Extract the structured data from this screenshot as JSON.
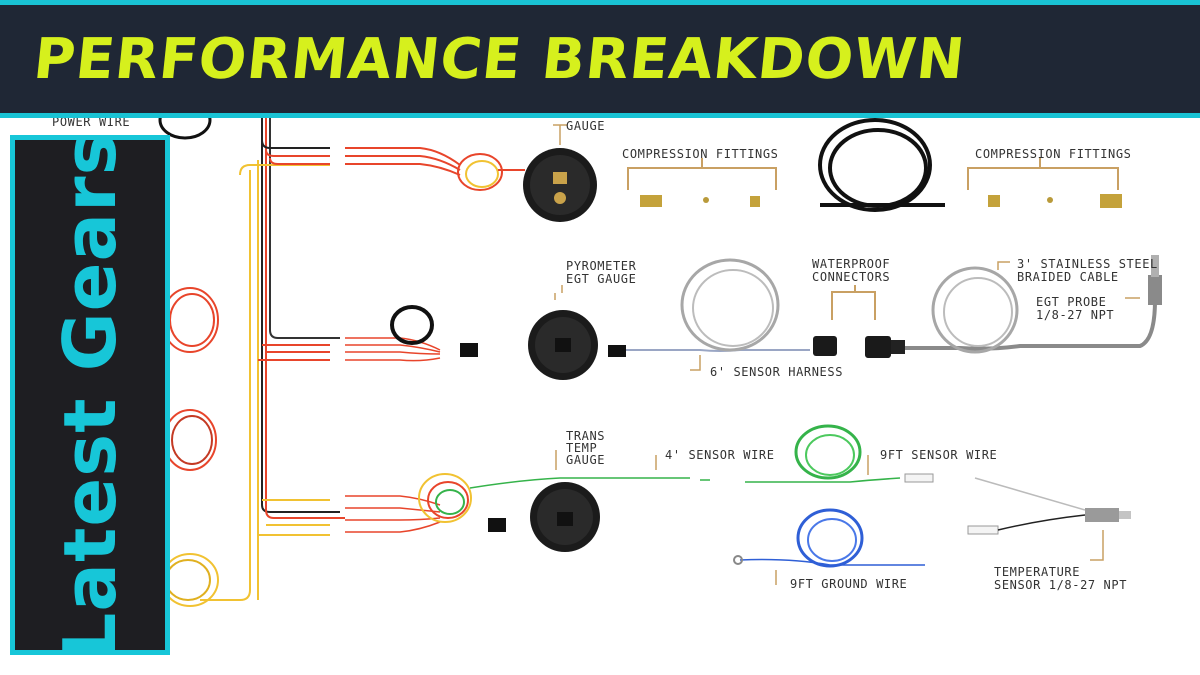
{
  "banner": {
    "title": "PERFORMANCE BREAKDOWN",
    "accent": "#19c3d4",
    "title_color": "#d6f01d",
    "background": "#1f2735"
  },
  "badge": {
    "text": "Latest Gears",
    "color": "#17c6d8"
  },
  "diagram": {
    "labels": {
      "power_wire": "POWER WIRE",
      "gauge": "GAUGE",
      "compression_fittings_1": "COMPRESSION FITTINGS",
      "compression_fittings_2": "COMPRESSION FITTINGS",
      "pyrometer_l1": "PYROMETER",
      "pyrometer_l2": "EGT GAUGE",
      "waterproof_l1": "WATERPROOF",
      "waterproof_l2": "CONNECTORS",
      "braided_l1": "3' STAINLESS STEEL",
      "braided_l2": "BRAIDED CABLE",
      "egt_probe_l1": "EGT PROBE",
      "egt_probe_l2": "1/8-27 NPT",
      "sensor_harness": "6' SENSOR HARNESS",
      "trans_l1": "TRANS",
      "trans_l2": "TEMP",
      "trans_l3": "GAUGE",
      "sensor_wire_4": "4' SENSOR WIRE",
      "sensor_wire_9": "9FT SENSOR WIRE",
      "ground_wire_9": "9FT GROUND WIRE",
      "temp_sensor_l1": "TEMPERATURE",
      "temp_sensor_l2": "SENSOR 1/8-27 NPT"
    },
    "colors": {
      "leader": "#c9a063",
      "wire_red": "#e8452b",
      "wire_yellow": "#f1c232",
      "wire_green": "#35b34a",
      "wire_blue": "#2f5fd6",
      "braided": "#a7a7a7"
    }
  }
}
